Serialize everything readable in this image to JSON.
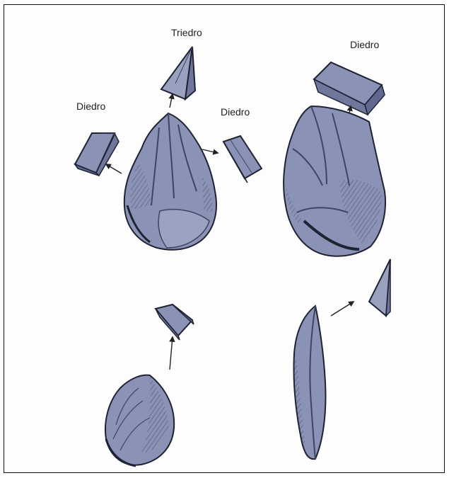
{
  "labels": {
    "top_center": "Triedro",
    "top_left": "Diedro",
    "top_right_center": "Diedro",
    "top_right": "Diedro"
  },
  "colors": {
    "stone_fill": "#8a93b5",
    "stone_dark": "#3e4563",
    "stone_light": "#aeb4cc",
    "ink": "#1f2233",
    "arrow": "#222222"
  }
}
